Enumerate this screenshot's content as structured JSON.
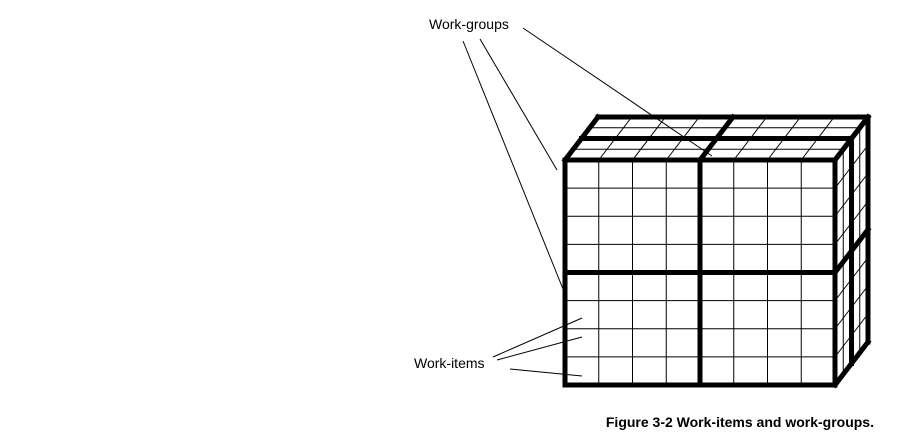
{
  "labels": {
    "work_groups": "Work-groups",
    "work_items": "Work-items"
  },
  "caption": "Figure 3-2  Work-items and work-groups.",
  "grid": {
    "cells_per_group_side": 4,
    "groups_per_face_side": 2,
    "depth_cells": 4
  },
  "colors": {
    "line": "#000000",
    "background": "#ffffff"
  }
}
